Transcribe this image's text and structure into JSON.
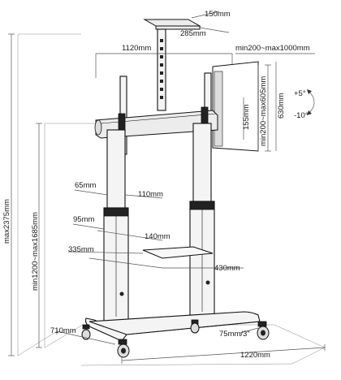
{
  "dimensions": {
    "top_plate_width": "150mm",
    "top_plate_depth": "285mm",
    "vesa_horizontal": "1120mm",
    "vesa_horizontal_range": "min200~max1000mm",
    "vesa_vertical_range": "min200~max605mm",
    "bracket_offset": "155mm",
    "screen_height": "630mm",
    "tilt_up": "+5°",
    "tilt_down": "-10°",
    "max_height": "max2375mm",
    "height_range": "min1200~max1685mm",
    "upper_sleeve_depth": "65mm",
    "upper_sleeve_width": "110mm",
    "lower_sleeve_depth": "95mm",
    "lower_sleeve_width": "140mm",
    "shelf_depth": "335mm",
    "shelf_width": "430mm",
    "base_depth": "710mm",
    "caster_size": "75mm/3\"",
    "base_width": "1220mm"
  }
}
